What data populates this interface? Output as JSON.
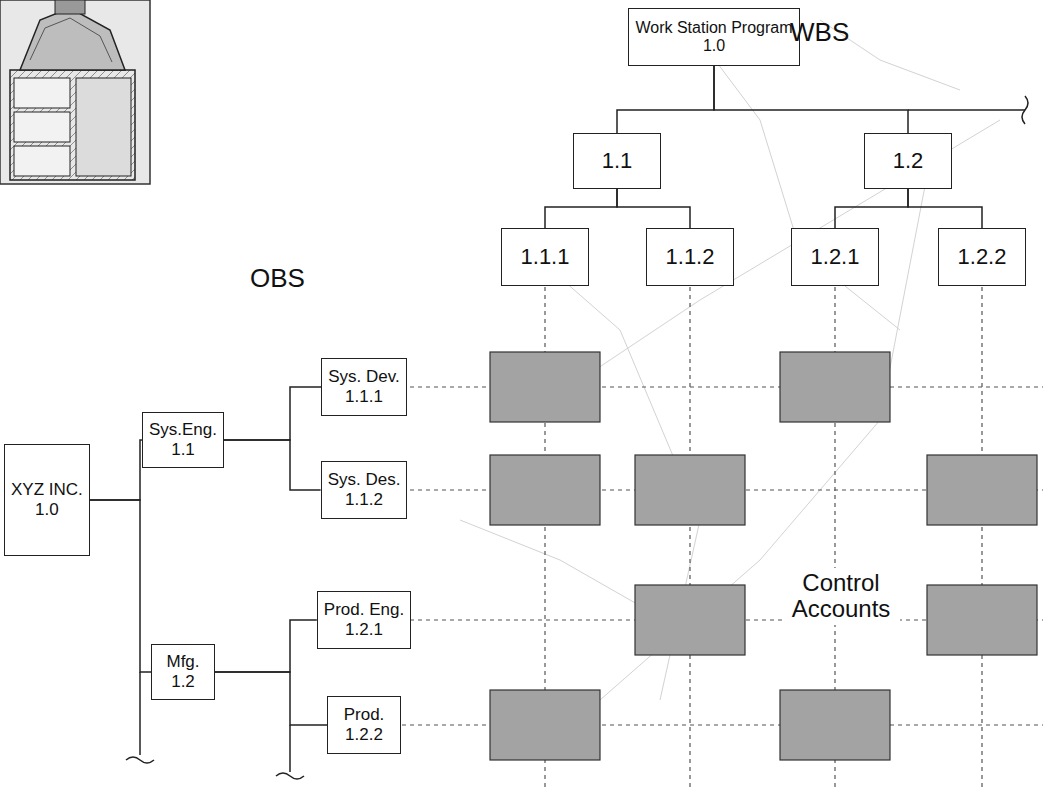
{
  "diagram": {
    "nodes": [
      {
        "text": [
          "Work Station Program",
          "1.0"
        ]
      },
      {
        "text": [
          "1.1"
        ]
      },
      {
        "text": [
          "1.2"
        ]
      },
      {
        "text": [
          "1.1.1"
        ]
      },
      {
        "text": [
          "1.1.2"
        ]
      },
      {
        "text": [
          "1.2.1"
        ]
      },
      {
        "text": [
          "1.2.2"
        ]
      },
      {
        "text": [
          "XYZ INC.",
          "1.0"
        ]
      },
      {
        "text": [
          "Sys.Eng.",
          "1.1"
        ]
      },
      {
        "text": [
          "Mfg.",
          "1.2"
        ]
      },
      {
        "text": [
          "Sys. Dev.",
          "1.1.1"
        ]
      },
      {
        "text": [
          "Sys. Des.",
          "1.1.2"
        ]
      },
      {
        "text": [
          "Prod. Eng.",
          "1.2.1"
        ]
      },
      {
        "text": [
          "Prod.",
          "1.2.2"
        ]
      }
    ],
    "edges": [
      {
        "from": 0,
        "to": 1,
        "arrow": "none"
      },
      {
        "from": 0,
        "to": 2,
        "arrow": "none"
      },
      {
        "from": 1,
        "to": 3,
        "arrow": "none"
      },
      {
        "from": 1,
        "to": 4,
        "arrow": "none"
      },
      {
        "from": 2,
        "to": 5,
        "arrow": "none"
      },
      {
        "from": 2,
        "to": 6,
        "arrow": "none"
      },
      {
        "from": 7,
        "to": 8,
        "arrow": "none"
      },
      {
        "from": 7,
        "to": 9,
        "arrow": "none"
      },
      {
        "from": 8,
        "to": 10,
        "arrow": "none"
      },
      {
        "from": 8,
        "to": 11,
        "arrow": "none"
      },
      {
        "from": 9,
        "to": 12,
        "arrow": "none"
      },
      {
        "from": 9,
        "to": 13,
        "arrow": "none"
      }
    ],
    "labels": [
      "WBS",
      "OBS",
      "Control Accounts"
    ]
  }
}
